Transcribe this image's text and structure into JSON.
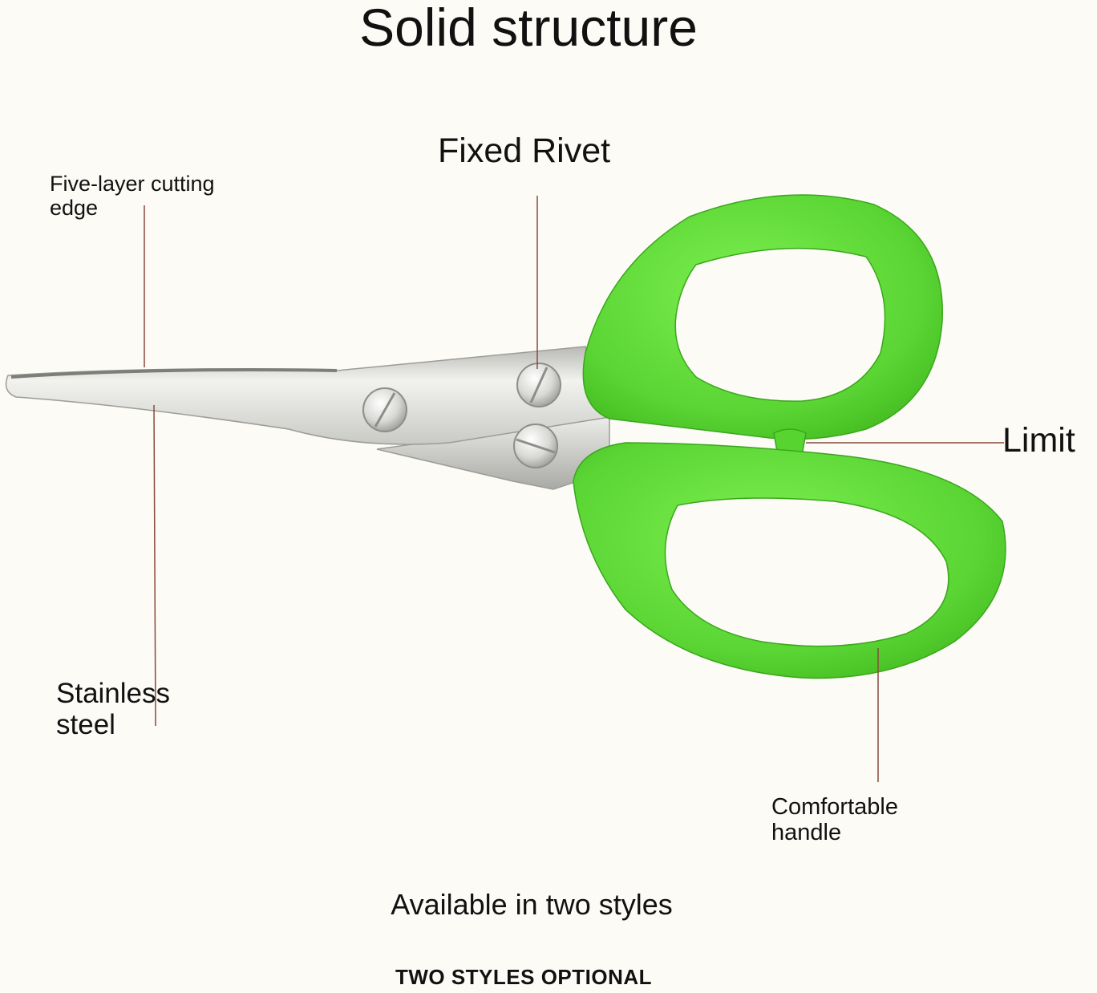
{
  "title": "Solid structure",
  "callouts": {
    "fixed_rivet": "Fixed Rivet",
    "cutting_edge": "Five-layer cutting\nedge",
    "limit": "Limit",
    "stainless_steel": "Stainless\nsteel",
    "comfortable_handle": "Comfortable\nhandle"
  },
  "footer": {
    "availability": "Available in two styles",
    "styles": "TWO STYLES OPTIONAL"
  },
  "colors": {
    "handle": "#5fe03a",
    "handle_dark": "#3fb81f",
    "blade": "#d9d9d6",
    "leader_line": "#8a4a3c",
    "background": "#fcfbf6"
  }
}
